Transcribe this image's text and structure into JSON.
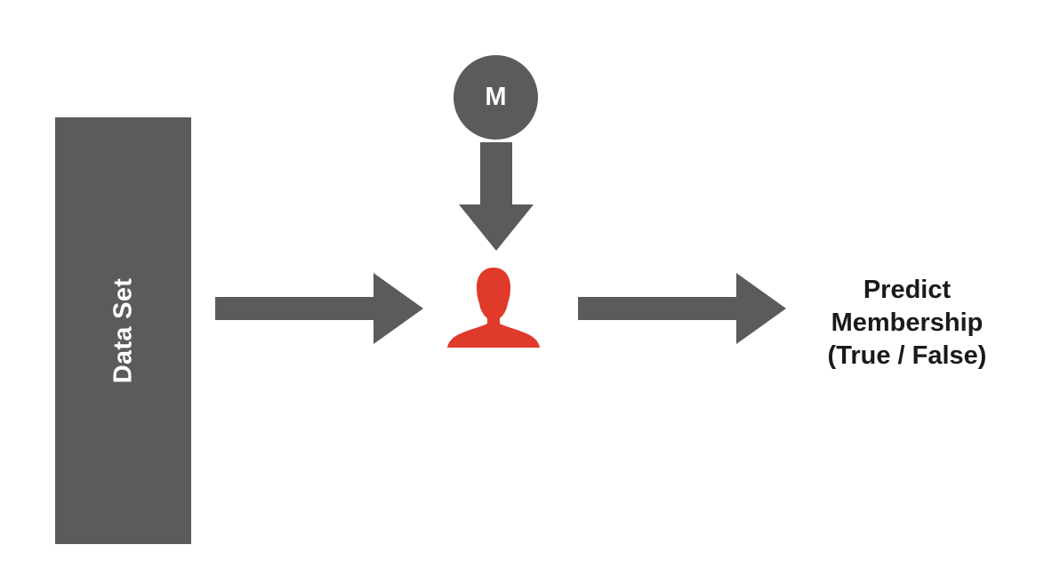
{
  "diagram": {
    "dataset_label": "Data Set",
    "model_label": "M",
    "output_lines": [
      "Predict",
      "Membership",
      "(True / False)"
    ]
  },
  "icons": {
    "attacker": "person-silhouette-icon"
  },
  "colors": {
    "block_fill": "#5b5b5b",
    "attacker_red": "#e03a2b",
    "text_dark": "#1a1a1a",
    "text_light": "#ffffff"
  }
}
